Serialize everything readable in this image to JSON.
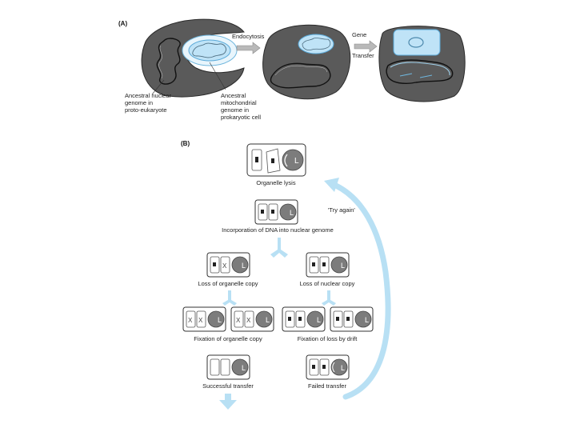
{
  "panelA": {
    "label": "(A)",
    "step1": "Endocytosis",
    "step2_line1": "Gene",
    "step2_line2": "Transfer",
    "nuclear_label": [
      "Ancestral nuclear",
      "genome in",
      "proto-eukaryote"
    ],
    "mito_label": [
      "Ancestral",
      "mitochondrial",
      "genome in",
      "prokaryotic cell"
    ]
  },
  "panelB": {
    "label": "(B)",
    "organelle_lysis": "Organelle lysis",
    "incorporation": "Incorporation of DNA into nuclear genome",
    "try_again": "'Try again'",
    "loss_organelle": "Loss of organelle copy",
    "loss_nuclear": "Loss of nuclear copy",
    "fix_organelle": "Fixation of organelle copy",
    "fix_drift": "Fixation of loss by drift",
    "success": "Successful transfer",
    "failed": "Failed transfer",
    "glyph_L": "L",
    "glyph_X": "X"
  },
  "colors": {
    "cell": "#5a5a5a",
    "mito": "#bfe3f7",
    "arrow": "#b8e0f4"
  }
}
